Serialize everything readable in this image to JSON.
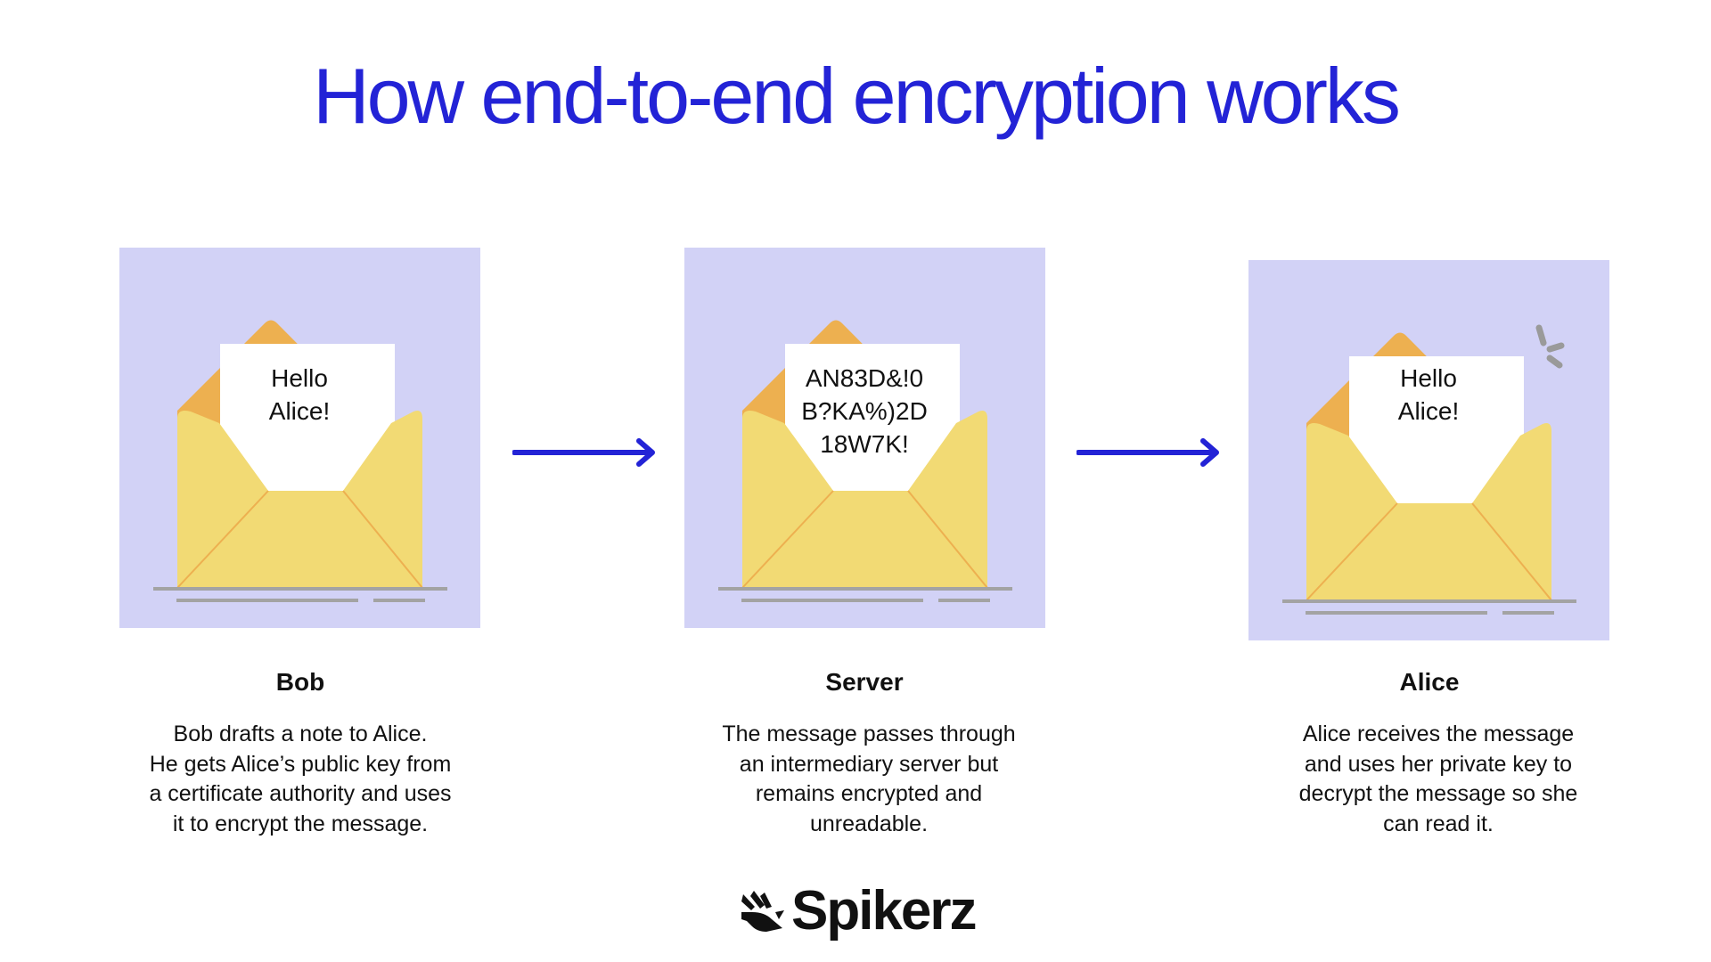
{
  "title": "How end-to-end encryption works",
  "colors": {
    "accent": "#2323d6",
    "panel": "#d2d2f6",
    "envelope_body": "#f2da74",
    "envelope_flap": "#edb050",
    "ground": "#a3a3a3"
  },
  "steps": [
    {
      "name": "Bob",
      "note_lines": [
        "Hello",
        "Alice!"
      ],
      "description": "Bob drafts a note to Alice.\nHe gets Alice’s public key from\na certificate authority and uses\nit to encrypt the message."
    },
    {
      "name": "Server",
      "note_lines": [
        "AN83D&!0",
        "B?KA%)2D",
        "18W7K!"
      ],
      "description": "The message passes through\nan intermediary server but\nremains encrypted and\nunreadable."
    },
    {
      "name": "Alice",
      "note_lines": [
        "Hello",
        "Alice!"
      ],
      "description": "Alice receives the message\nand uses her private key to\ndecrypt the message so she\ncan read it."
    }
  ],
  "arrows": [
    "arrow-right-icon",
    "arrow-right-icon"
  ],
  "brand": {
    "name": "Spikerz",
    "icon": "spikerz-logo-icon"
  }
}
